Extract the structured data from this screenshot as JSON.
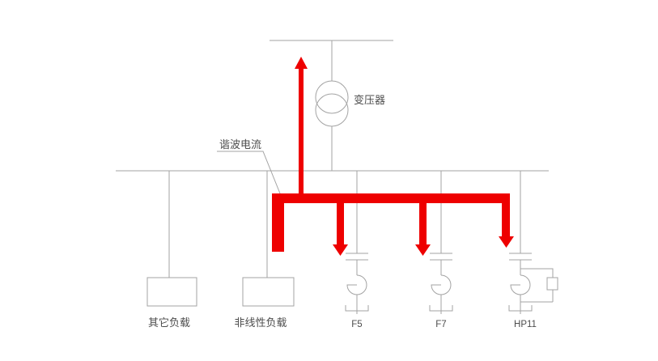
{
  "diagram": {
    "labels": {
      "transformer": "变压器",
      "harmonic_current": "谐波电流",
      "other_loads": "其它负载",
      "nonlinear_loads": "非线性负载",
      "filter_f5": "F5",
      "filter_f7": "F7",
      "filter_hp11": "HP11"
    },
    "colors": {
      "harmonic_arrow": "#ee0000",
      "line": "#a3a3a3",
      "text": "#4d4d4d"
    }
  }
}
